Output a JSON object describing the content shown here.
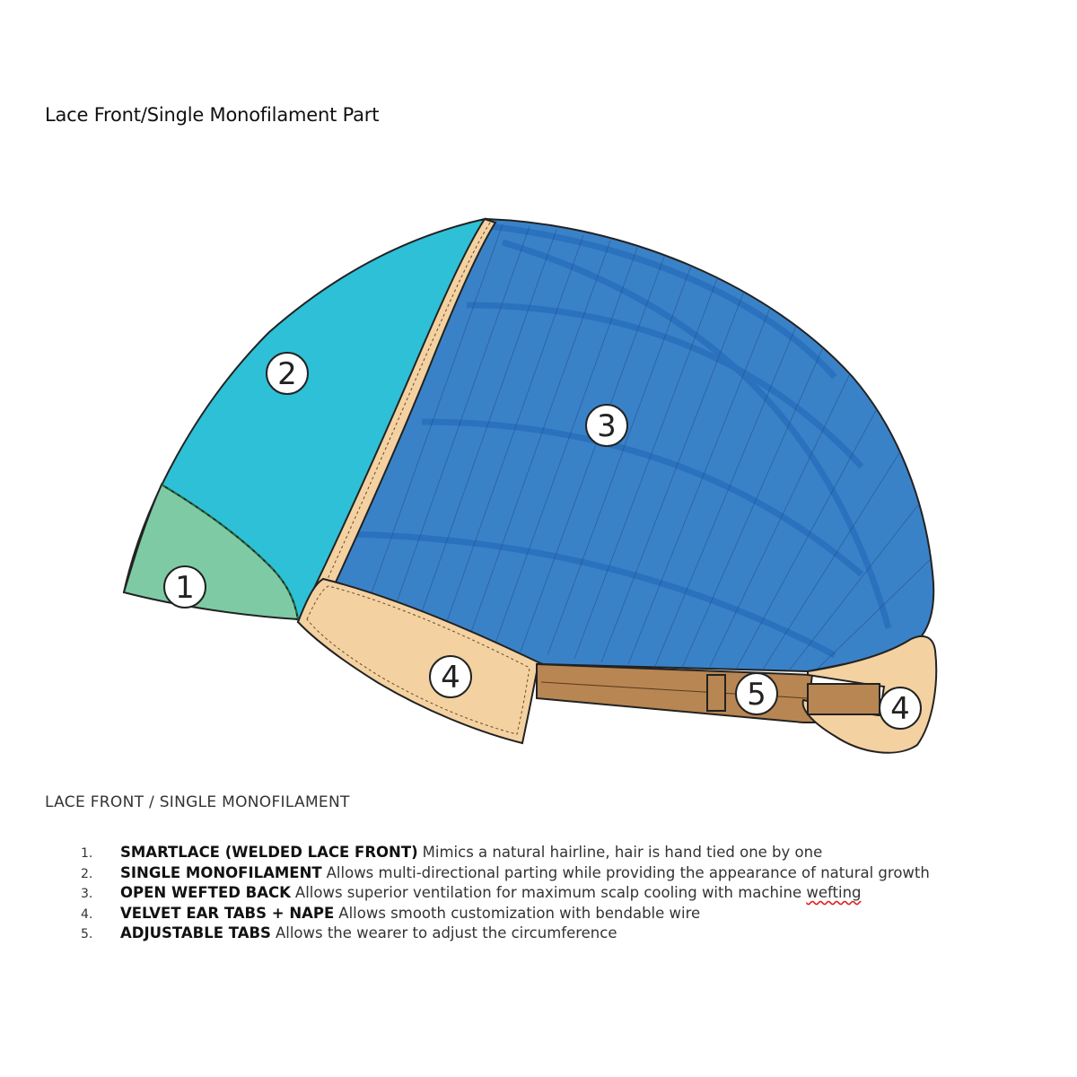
{
  "title": "Lace Front/Single Monofilament Part",
  "subtitle": "LACE FRONT / SINGLE MONOFILAMENT",
  "callouts": [
    "1",
    "2",
    "3",
    "4",
    "5",
    "4"
  ],
  "colors": {
    "lace_front": "#7ecaa4",
    "monofilament": "#2ec0d6",
    "wefted_back": "#3a82c8",
    "weft_lines": "#2a72bd",
    "velvet_tabs": "#f3d1a1",
    "adjustable_strap": "#b88652",
    "outline": "#222222"
  },
  "features": [
    {
      "num": "1.",
      "name": "SMARTLACE (WELDED LACE FRONT)",
      "desc": "Mimics a natural hairline, hair is hand tied one by one"
    },
    {
      "num": "2.",
      "name": "SINGLE MONOFILAMENT",
      "desc": "Allows multi-directional parting while providing the appearance of natural growth"
    },
    {
      "num": "3.",
      "name": "OPEN WEFTED BACK",
      "desc_before": "Allows superior ventilation for maximum scalp cooling with machine",
      "desc_flagged": "wefting"
    },
    {
      "num": "4.",
      "name": "VELVET EAR TABS + NAPE",
      "desc": "Allows smooth customization with bendable wire"
    },
    {
      "num": "5.",
      "name": "ADJUSTABLE TABS",
      "desc": "Allows the wearer to adjust the circumference"
    }
  ]
}
